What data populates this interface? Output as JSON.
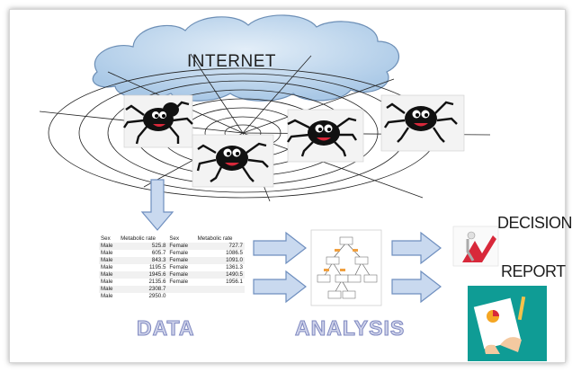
{
  "diagram": {
    "cloud_label": "INTERNET",
    "table": {
      "headers": [
        "Sex",
        "Metabolic rate",
        "Sex",
        "Metabolic rate"
      ],
      "rows": [
        [
          "Male",
          "525.8",
          "Female",
          "727.7"
        ],
        [
          "Male",
          "605.7",
          "Female",
          "1086.5"
        ],
        [
          "Male",
          "843.3",
          "Female",
          "1091.0"
        ],
        [
          "Male",
          "1195.5",
          "Female",
          "1361.3"
        ],
        [
          "Male",
          "1945.6",
          "Female",
          "1490.5"
        ],
        [
          "Male",
          "2135.6",
          "Female",
          "1956.1"
        ],
        [
          "Male",
          "2308.7",
          "",
          ""
        ],
        [
          "Male",
          "2950.0",
          "",
          ""
        ]
      ]
    },
    "data_label": "DATA",
    "analysis_label": "ANALYSIS",
    "decision_label": "DECISION",
    "report_label": "REPORT",
    "colors": {
      "arrow_fill": "#c9d9ef",
      "arrow_stroke": "#6f8fbf",
      "cloud_fill": "#b9d3ec",
      "spider_body": "#111111",
      "spider_accent": "#d8283a",
      "big_label_fill": "#cfd3ea",
      "big_label_stroke": "#7f88c0"
    }
  }
}
